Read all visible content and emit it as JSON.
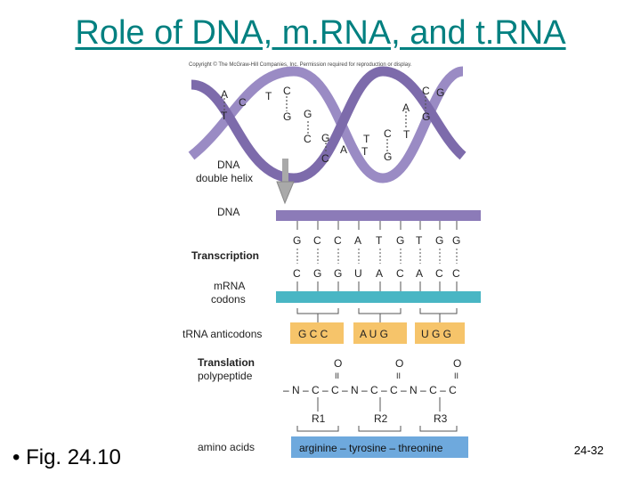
{
  "slide": {
    "title": "Role of DNA, m.RNA, and t.RNA",
    "bullet": "Fig. 24.10",
    "page_number": "24-32"
  },
  "figure": {
    "copyright": "Copyright © The McGraw-Hill Companies, Inc. Permission required for reproduction or display.",
    "helix_bases": [
      "A",
      "T",
      "C",
      "T",
      "C",
      "G",
      "G",
      "C",
      "G",
      "C",
      "A",
      "T",
      "C",
      "T",
      "G",
      "A",
      "T",
      "C",
      "G",
      "G"
    ],
    "labels": {
      "dna_double_helix_line1": "DNA",
      "dna_double_helix_line2": "double helix",
      "dna": "DNA",
      "transcription": "Transcription",
      "mrna_line1": "mRNA",
      "mrna_line2": "codons",
      "trna_anticodons": "tRNA anticodons",
      "translation_line1": "Translation",
      "translation_line2": "polypeptide",
      "amino_acids": "amino acids"
    },
    "dna_strand": [
      "G",
      "C",
      "C",
      "A",
      "T",
      "G",
      "T",
      "G",
      "G"
    ],
    "mrna_strand": [
      "C",
      "G",
      "G",
      "U",
      "A",
      "C",
      "A",
      "C",
      "C"
    ],
    "anticodons": [
      "G C C",
      "A U G",
      "U G G"
    ],
    "polypeptide": {
      "oxygen": "O",
      "double_bond": "II",
      "backbone": "– N – C – C – N – C – C – N – C – C",
      "r_groups": [
        "R1",
        "R2",
        "R3"
      ]
    },
    "amino_acid_chain": "arginine  –  tyrosine – threonine",
    "colors": {
      "helix_purple": "#8c7bb8",
      "strand_purple": "#8c7bb8",
      "mrna_teal": "#49b6c4",
      "anticodon_orange": "#f6c46a",
      "amino_blue": "#6ea9dd"
    }
  }
}
